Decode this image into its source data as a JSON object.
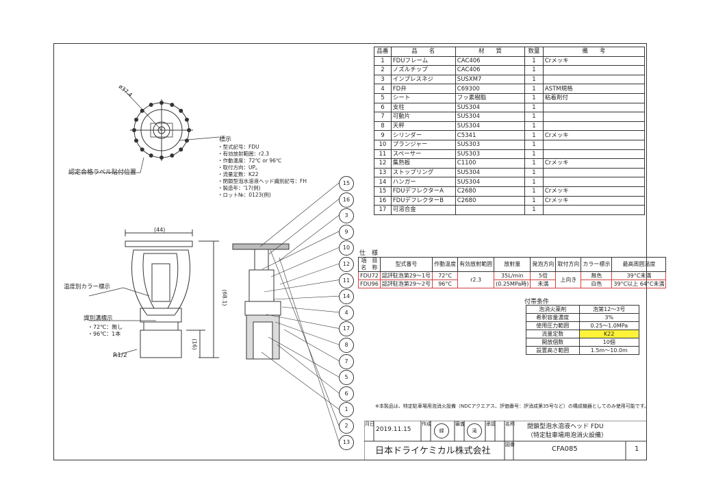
{
  "parts_header": [
    "品番",
    "品　　名",
    "材　　質",
    "数量",
    "備　　考"
  ],
  "parts": [
    [
      "1",
      "FDUフレーム",
      "CAC406",
      "1",
      "Crメッキ"
    ],
    [
      "2",
      "ノズルチップ",
      "CAC406",
      "1",
      ""
    ],
    [
      "3",
      "インプレスネジ",
      "SUSXM7",
      "1",
      ""
    ],
    [
      "4",
      "FD弁",
      "C69300",
      "1",
      "ASTM規格"
    ],
    [
      "5",
      "シート",
      "フッ素樹脂",
      "1",
      "粘着剤付"
    ],
    [
      "6",
      "支柱",
      "SUS304",
      "1",
      ""
    ],
    [
      "7",
      "可動片",
      "SUS304",
      "1",
      ""
    ],
    [
      "8",
      "天秤",
      "SUS304",
      "1",
      ""
    ],
    [
      "9",
      "シリンダー",
      "C5341",
      "1",
      "Crメッキ"
    ],
    [
      "10",
      "プランジャー",
      "SUS303",
      "1",
      ""
    ],
    [
      "11",
      "スペーサー",
      "SUS303",
      "1",
      ""
    ],
    [
      "12",
      "集熱板",
      "C1100",
      "1",
      "Crメッキ"
    ],
    [
      "13",
      "ストップリング",
      "SUS304",
      "1",
      ""
    ],
    [
      "14",
      "ハンガー",
      "SUS304",
      "1",
      ""
    ],
    [
      "15",
      "FDUデフレクターA",
      "C2680",
      "1",
      "Crメッキ"
    ],
    [
      "16",
      "FDUデフレクターB",
      "C2680",
      "1",
      "Crメッキ"
    ],
    [
      "17",
      "可溶合金",
      "",
      "1",
      ""
    ]
  ],
  "spec_title": "仕　様",
  "spec_header": {
    "item": "項　目",
    "name": "名　称",
    "type": "型式番号",
    "temp": "作動温度",
    "range": "有効放射範囲",
    "flow": "放射量",
    "spray": "発泡方向",
    "mount": "取付方向",
    "color": "カラー標示",
    "max": "最高周囲温度"
  },
  "spec_rows": [
    {
      "name": "FDU72",
      "type": "認評駐泡第29～1号",
      "temp": "72°C",
      "color": "無色",
      "max": "39°C未満"
    },
    {
      "name": "FDU96",
      "type": "認評駐泡第29～2号",
      "temp": "96°C",
      "color": "白色",
      "max": "39°C以上 64°C未満"
    }
  ],
  "spec_shared": {
    "range": "r2.3",
    "flow1": "35L/min",
    "flow2": "(0.25MPa時)",
    "spray1": "5倍",
    "spray2": "未満",
    "mount": "上向き"
  },
  "acc_title": "付帯条件",
  "acc": [
    [
      "泡消火薬剤",
      "泡第12～3号"
    ],
    [
      "希釈容量濃度",
      "3%"
    ],
    [
      "使用圧力範囲",
      "0.25～1.0MPa"
    ],
    [
      "流量定数",
      "K22"
    ],
    [
      "開放個数",
      "10個"
    ],
    [
      "設置高さ範囲",
      "1.5m～10.0m"
    ]
  ],
  "marking": {
    "title": "標示",
    "lines": [
      "・型式記号：FDU",
      "・有効放射範囲：r2.3",
      "・作動温度：72℃ or 96℃",
      "・取付方向：UP。",
      "・流量定数：K22",
      "・閉鎖型泡水溶液ヘッド識別記号：FH",
      "・製造年：'17(例)",
      "・ロット№：0123(例)"
    ]
  },
  "labels": {
    "diameter": "ø37.4",
    "approval": "認定合格ラベル貼付位置",
    "width": "(44)",
    "height": "(68.1)",
    "thread_len": "(16)",
    "color_mark": "温度別カラー標示",
    "groove": "識別溝標示",
    "groove72": "・72℃：無し",
    "groove96": "・96℃：1本",
    "thread": "R1/2"
  },
  "balloons": [
    "15",
    "16",
    "3",
    "9",
    "10",
    "12",
    "11",
    "14",
    "4",
    "17",
    "8",
    "7",
    "5",
    "6",
    "1",
    "2",
    "13"
  ],
  "note": "※本製品は、特定駐車場用泡消火設備（NDCアクエアス、評価番号：評消成第35号など）の構成機器としてのみ使用可能です。",
  "title_block": {
    "date_label": "月日",
    "date": "2019.11.15",
    "made": "作成",
    "made_stamp": "緑",
    "checked": "審査",
    "checked_stamp": "滝",
    "approved": "承認",
    "name_label": "名称",
    "name1": "閉鎖型泡水溶液ヘッド FDU",
    "name2": "（特定駐車場用泡消火設備）",
    "company": "日本ドライケミカル株式会社",
    "drawing_label": "図番",
    "drawing_no": "CFA085",
    "sheet": "1"
  }
}
